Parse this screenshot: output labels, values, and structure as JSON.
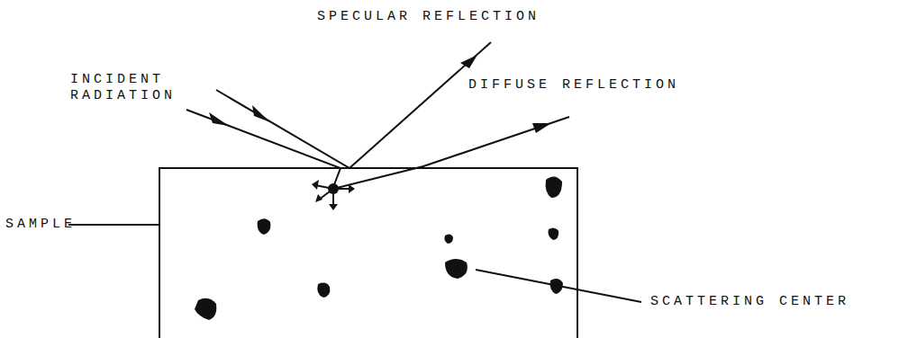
{
  "diagram": {
    "labels": [
      "INCIDENT RADIATION",
      "SPECULAR REFLECTION",
      "DIFFUSE REFLECTION",
      "SAMPLE",
      "SCATTERING CENTER"
    ]
  }
}
